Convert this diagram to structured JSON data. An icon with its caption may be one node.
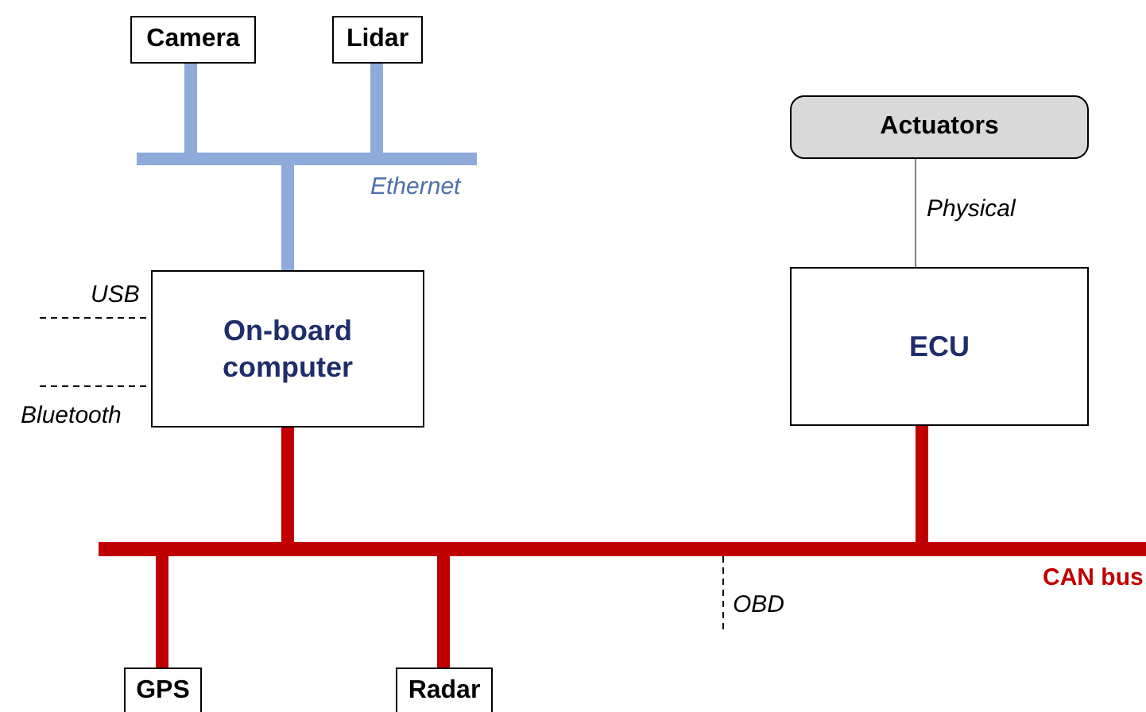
{
  "diagram": {
    "nodes": [
      {
        "text": [
          "Camera"
        ]
      },
      {
        "text": [
          "Lidar"
        ]
      },
      {
        "text": [],
        "shape": "bar",
        "beside": [
          "Ethernet"
        ]
      },
      {
        "text": [
          "On-board computer"
        ]
      },
      {
        "text": [
          "Actuators"
        ]
      },
      {
        "text": [
          "ECU"
        ]
      },
      {
        "text": [],
        "shape": "bar",
        "beside": [
          "CAN bus"
        ]
      },
      {
        "text": [
          "GPS"
        ]
      },
      {
        "text": [
          "Radar"
        ]
      }
    ],
    "edges": [
      {
        "from": 0,
        "to": 2,
        "arrow": "none",
        "color": "#8eaadb"
      },
      {
        "from": 1,
        "to": 2,
        "arrow": "none",
        "color": "#8eaadb"
      },
      {
        "from": 2,
        "to": 3,
        "arrow": "none",
        "color": "#8eaadb"
      },
      {
        "from": null,
        "to": 3,
        "arrow": "none",
        "style": "dashed",
        "color": "#000000",
        "label": "USB"
      },
      {
        "from": null,
        "to": 3,
        "arrow": "none",
        "style": "dashed",
        "color": "#000000",
        "label": "Bluetooth"
      },
      {
        "from": 4,
        "to": 5,
        "arrow": "none",
        "color": "#7f7f7f",
        "label": "Physical"
      },
      {
        "from": 3,
        "to": 6,
        "arrow": "none",
        "color": "#c00000"
      },
      {
        "from": 5,
        "to": 6,
        "arrow": "none",
        "color": "#c00000"
      },
      {
        "from": 6,
        "to": 7,
        "arrow": "none",
        "color": "#c00000"
      },
      {
        "from": 6,
        "to": 8,
        "arrow": "none",
        "color": "#c00000"
      },
      {
        "from": 6,
        "to": null,
        "arrow": "none",
        "style": "dashed",
        "color": "#000000",
        "label": "OBD"
      }
    ]
  }
}
